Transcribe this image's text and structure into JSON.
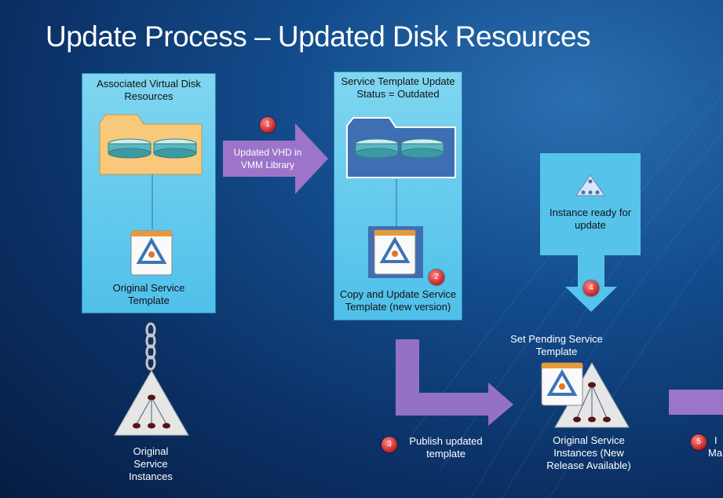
{
  "title": "Update Process – Updated Disk Resources",
  "panel1": {
    "label": "Associated Virtual Disk Resources",
    "template_label": "Original Service Template"
  },
  "arrow1": {
    "label": "Updated VHD in VMM Library",
    "step": "1"
  },
  "panel2": {
    "label": "Service Template Update Status = Outdated",
    "template_label": "Copy and Update Service Template (new version)",
    "step": "2"
  },
  "panel3": {
    "label": "Instance ready for update",
    "step": "4"
  },
  "orig_instances": {
    "label": "Original Service Instances"
  },
  "publish": {
    "label": "Publish updated template",
    "step": "3"
  },
  "pending": {
    "label": "Set Pending Service Template"
  },
  "new_instances": {
    "label": "Original Service Instances (New Release Available)"
  },
  "step5": {
    "step": "5",
    "partial_a": "I",
    "partial_b": "Ma"
  },
  "colors": {
    "panel": "#56c3eb",
    "folder_orange": "#f8c97a",
    "folder_blue": "#3f6fb3",
    "arrow": "#9c74c9",
    "badge": "#c41f1f"
  }
}
